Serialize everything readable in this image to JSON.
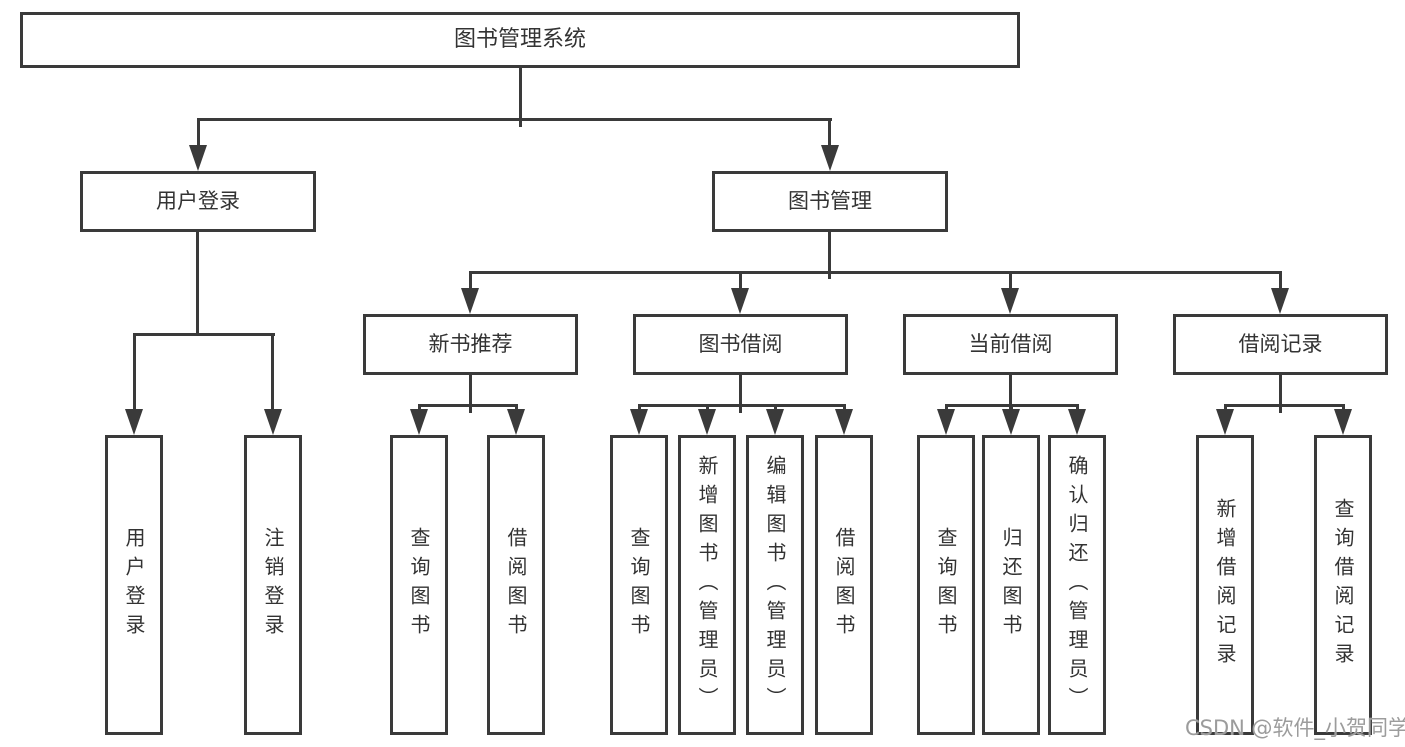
{
  "tree": {
    "root": {
      "label": "图书管理系统"
    },
    "branches": [
      {
        "label": "用户登录",
        "leaves": [
          {
            "label": "用户登录"
          },
          {
            "label": "注销登录"
          }
        ]
      },
      {
        "label": "图书管理",
        "groups": [
          {
            "label": "新书推荐",
            "leaves": [
              {
                "label": "查询图书"
              },
              {
                "label": "借阅图书"
              }
            ]
          },
          {
            "label": "图书借阅",
            "leaves": [
              {
                "label": "查询图书"
              },
              {
                "label": "新增图书（管理员）"
              },
              {
                "label": "编辑图书（管理员）"
              },
              {
                "label": "借阅图书"
              }
            ]
          },
          {
            "label": "当前借阅",
            "leaves": [
              {
                "label": "查询图书"
              },
              {
                "label": "归还图书"
              },
              {
                "label": "确认归还（管理员）"
              }
            ]
          },
          {
            "label": "借阅记录",
            "leaves": [
              {
                "label": "新增借阅记录"
              },
              {
                "label": "查询借阅记录"
              }
            ]
          }
        ]
      }
    ]
  },
  "watermark": {
    "text": "CSDN @软件_小贺同学"
  },
  "colors": {
    "background": "#ffffff",
    "box_fill": "#ffffff",
    "box_border": "#3a3a3a",
    "connector": "#3a3a3a",
    "text": "#333333",
    "watermark_text": "#9c9c9c"
  }
}
